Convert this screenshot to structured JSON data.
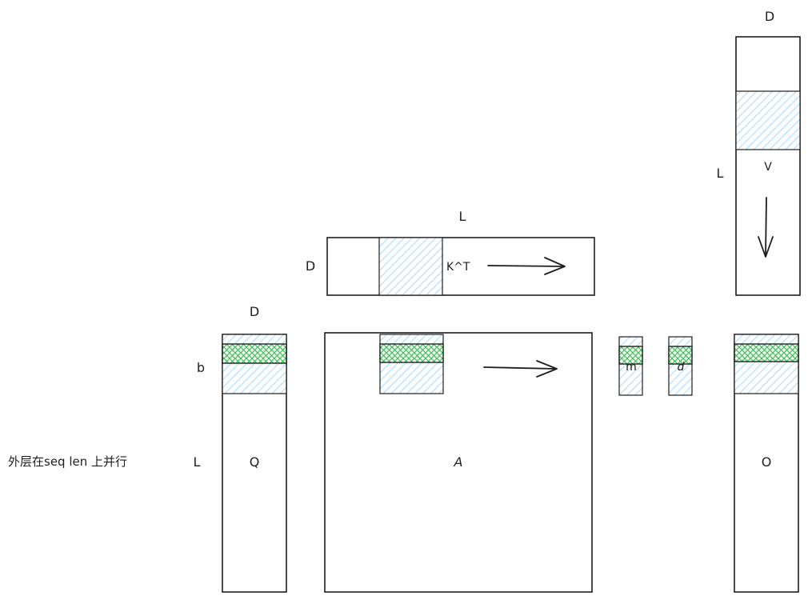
{
  "labels": {
    "q_width": "D",
    "q_block": "b",
    "q_height": "L",
    "q_name": "Q",
    "kt_width": "L",
    "kt_height": "D",
    "kt_name": "K^T",
    "a_name": "A",
    "m_name": "m",
    "d_name": "d",
    "o_name": "O",
    "v_width": "D",
    "v_height": "L",
    "v_name": "V"
  },
  "note": "外层在seq len 上并行",
  "colors": {
    "stroke": "#1e1e1e",
    "blue_hatch": "#a5d8ff",
    "green_hatch": "#40c057"
  }
}
